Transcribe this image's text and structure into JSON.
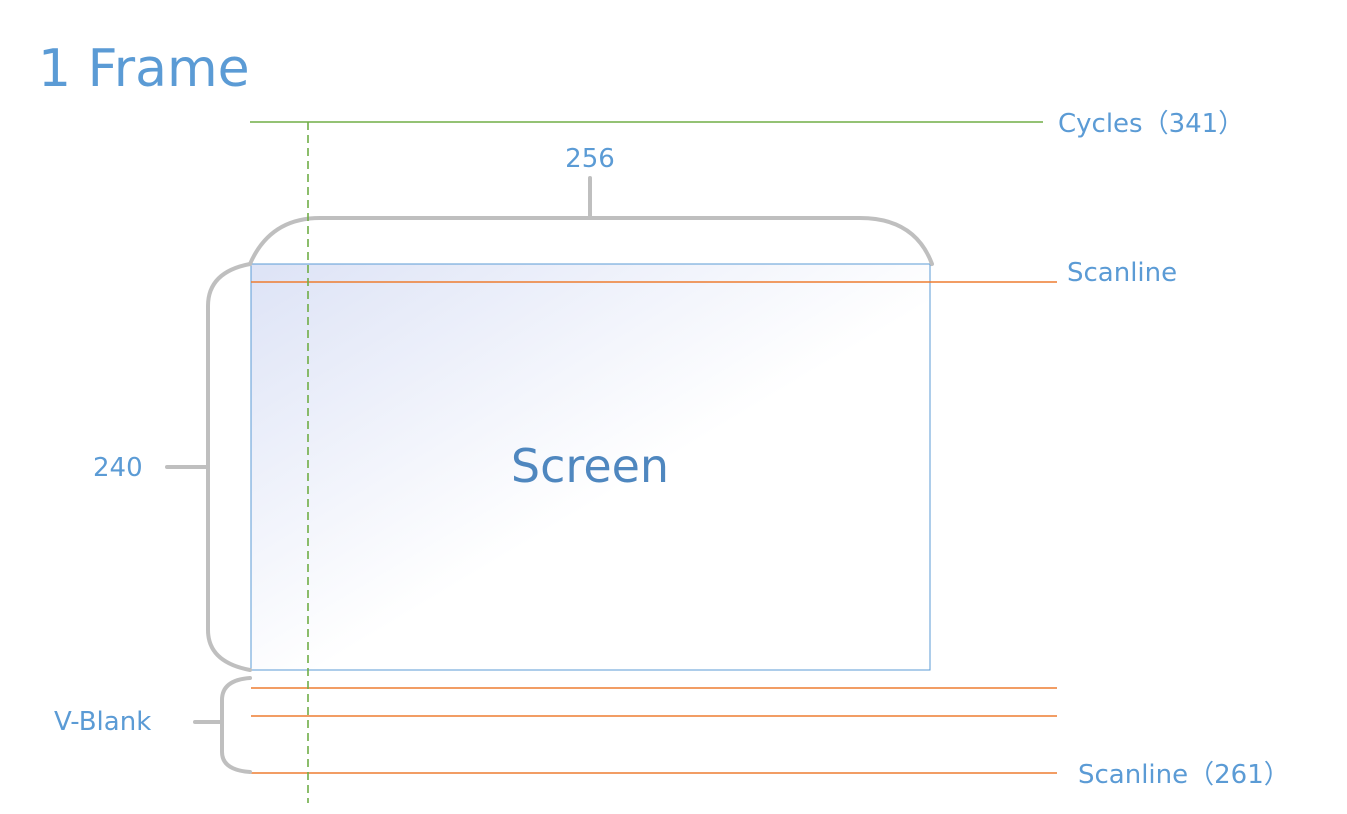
{
  "title": "1 Frame",
  "screen_label": "Screen",
  "width_label": "256",
  "height_label": "240",
  "vblank_label": "V-Blank",
  "cycles_label": "Cycles（341）",
  "scanline_label": "Scanline",
  "last_scanline_label": "Scanline（261）",
  "colors": {
    "text": "#5b9bd5",
    "cycles_line": "#70ad47",
    "scanline": "#ed7d31",
    "brace": "#bfbfbf",
    "screen_border": "#5b9bd5",
    "screen_fill": "#dde3f6"
  }
}
